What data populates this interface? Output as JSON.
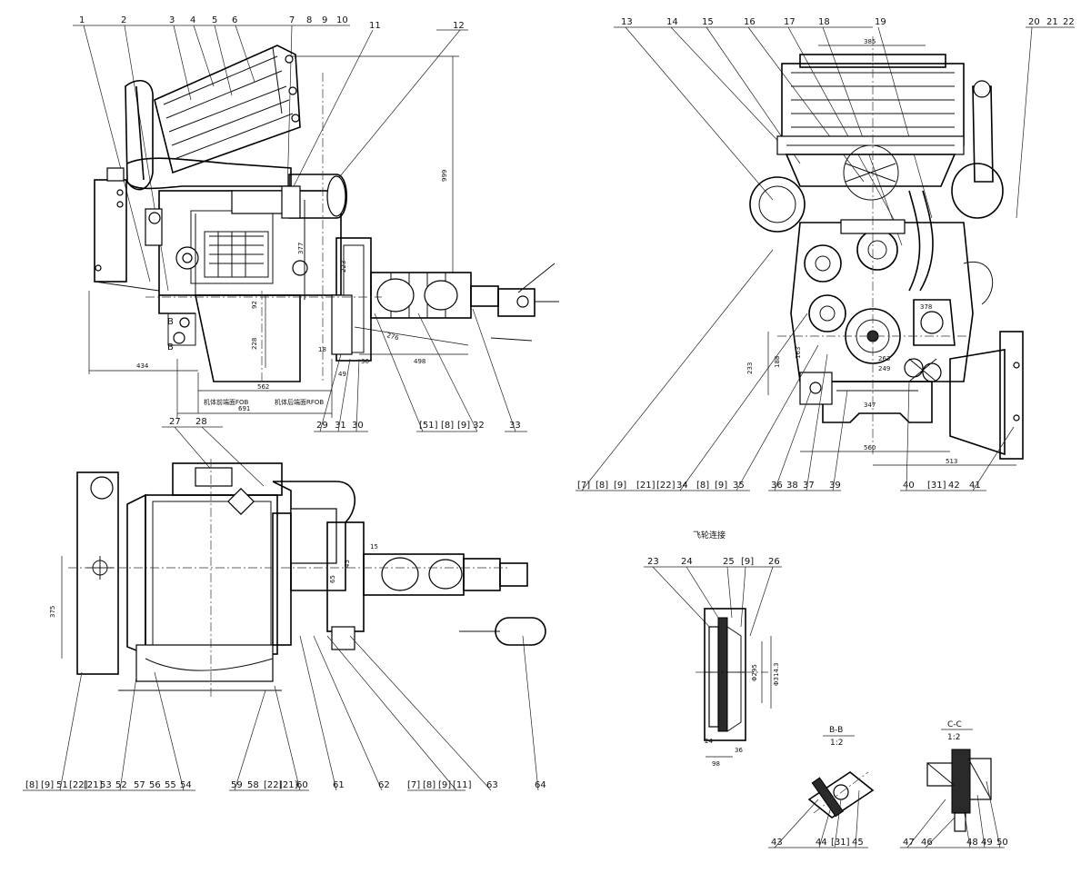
{
  "view_front": {
    "top_labels": [
      "1",
      "2",
      "3",
      "4",
      "5",
      "6",
      "7",
      "8",
      "9",
      "10",
      "11",
      "12"
    ],
    "bottom_labels": [
      "29",
      "31",
      "30",
      "[51]",
      "[8]",
      "[9]",
      "32",
      "33"
    ],
    "section_markers": [
      "B",
      "B"
    ],
    "dims": {
      "d434": "434",
      "d562": "562",
      "d691": "691",
      "d999": "999",
      "d377": "377",
      "d223": "223",
      "d228": "228",
      "d92": "92",
      "d498": "498",
      "d276": "276",
      "d36": "36",
      "d49": "49",
      "d18": "18"
    },
    "notes": [
      "机体前端面FOB",
      "机体后端面RFOB"
    ]
  },
  "view_right": {
    "top_labels": [
      "13",
      "14",
      "15",
      "16",
      "17",
      "18",
      "19",
      "20",
      "21",
      "22"
    ],
    "bottom_labels": [
      "[7]",
      "[8]",
      "[9]",
      "[21]",
      "[22]",
      "34",
      "[8]",
      "[9]",
      "35",
      "36",
      "38",
      "37",
      "39",
      "40",
      "[31]",
      "42",
      "41"
    ],
    "dims": {
      "d385": "385",
      "d378": "378",
      "d233": "233",
      "d188": "188",
      "d163": "163",
      "d263": "263",
      "d249": "249",
      "d347": "347",
      "d560": "560",
      "d513": "513"
    }
  },
  "view_top": {
    "top_labels": [
      "27",
      "28"
    ],
    "bottom_labels": [
      "[8]",
      "[9]",
      "51",
      "[22]",
      "[21]",
      "53",
      "52",
      "57",
      "56",
      "55",
      "54",
      "59",
      "58",
      "[22]",
      "[21]",
      "60",
      "61",
      "62",
      "[7]",
      "[8]",
      "[9]",
      "[11]",
      "63",
      "64"
    ],
    "dims": {
      "d375": "375",
      "d45": "45",
      "d65": "65",
      "d15": "15"
    }
  },
  "flywheel": {
    "title": "飞轮连接",
    "labels": [
      "23",
      "24",
      "25",
      "[9]",
      "26"
    ],
    "dims": {
      "d295": "Φ295",
      "d3143": "Φ314.3",
      "d98": "98",
      "d36": "36",
      "d24": "24"
    }
  },
  "section_bb": {
    "title": "B-B",
    "scale": "1:2",
    "labels": [
      "43",
      "44",
      "[31]",
      "45"
    ]
  },
  "section_cc": {
    "title": "C-C",
    "scale": "1:2",
    "labels": [
      "47",
      "46",
      "48",
      "49",
      "50"
    ]
  }
}
